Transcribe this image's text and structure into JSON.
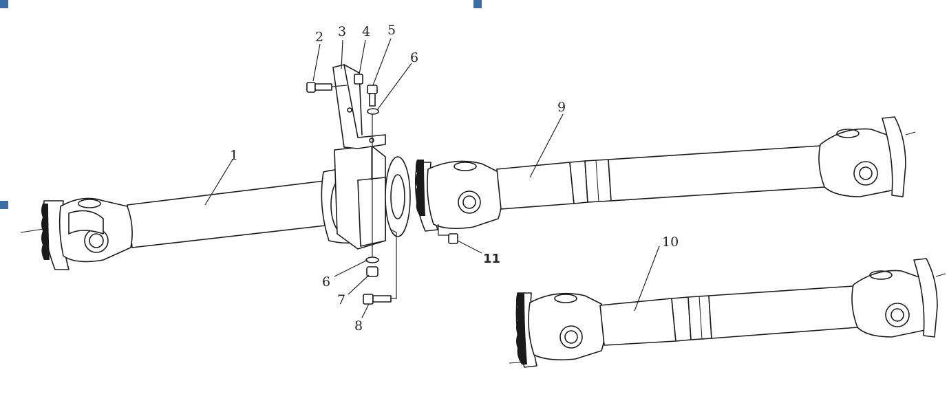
{
  "diagram": {
    "accent_color": "#3a6ea5",
    "parts": [
      {
        "id": "p1",
        "label": "1"
      },
      {
        "id": "p2",
        "label": "2"
      },
      {
        "id": "p3",
        "label": "3"
      },
      {
        "id": "p4",
        "label": "4"
      },
      {
        "id": "p5",
        "label": "5"
      },
      {
        "id": "p6a",
        "label": "6"
      },
      {
        "id": "p6b",
        "label": "6"
      },
      {
        "id": "p7",
        "label": "7"
      },
      {
        "id": "p8",
        "label": "8"
      },
      {
        "id": "p9",
        "label": "9"
      },
      {
        "id": "p10",
        "label": "10"
      },
      {
        "id": "p11",
        "label": "11"
      }
    ]
  }
}
